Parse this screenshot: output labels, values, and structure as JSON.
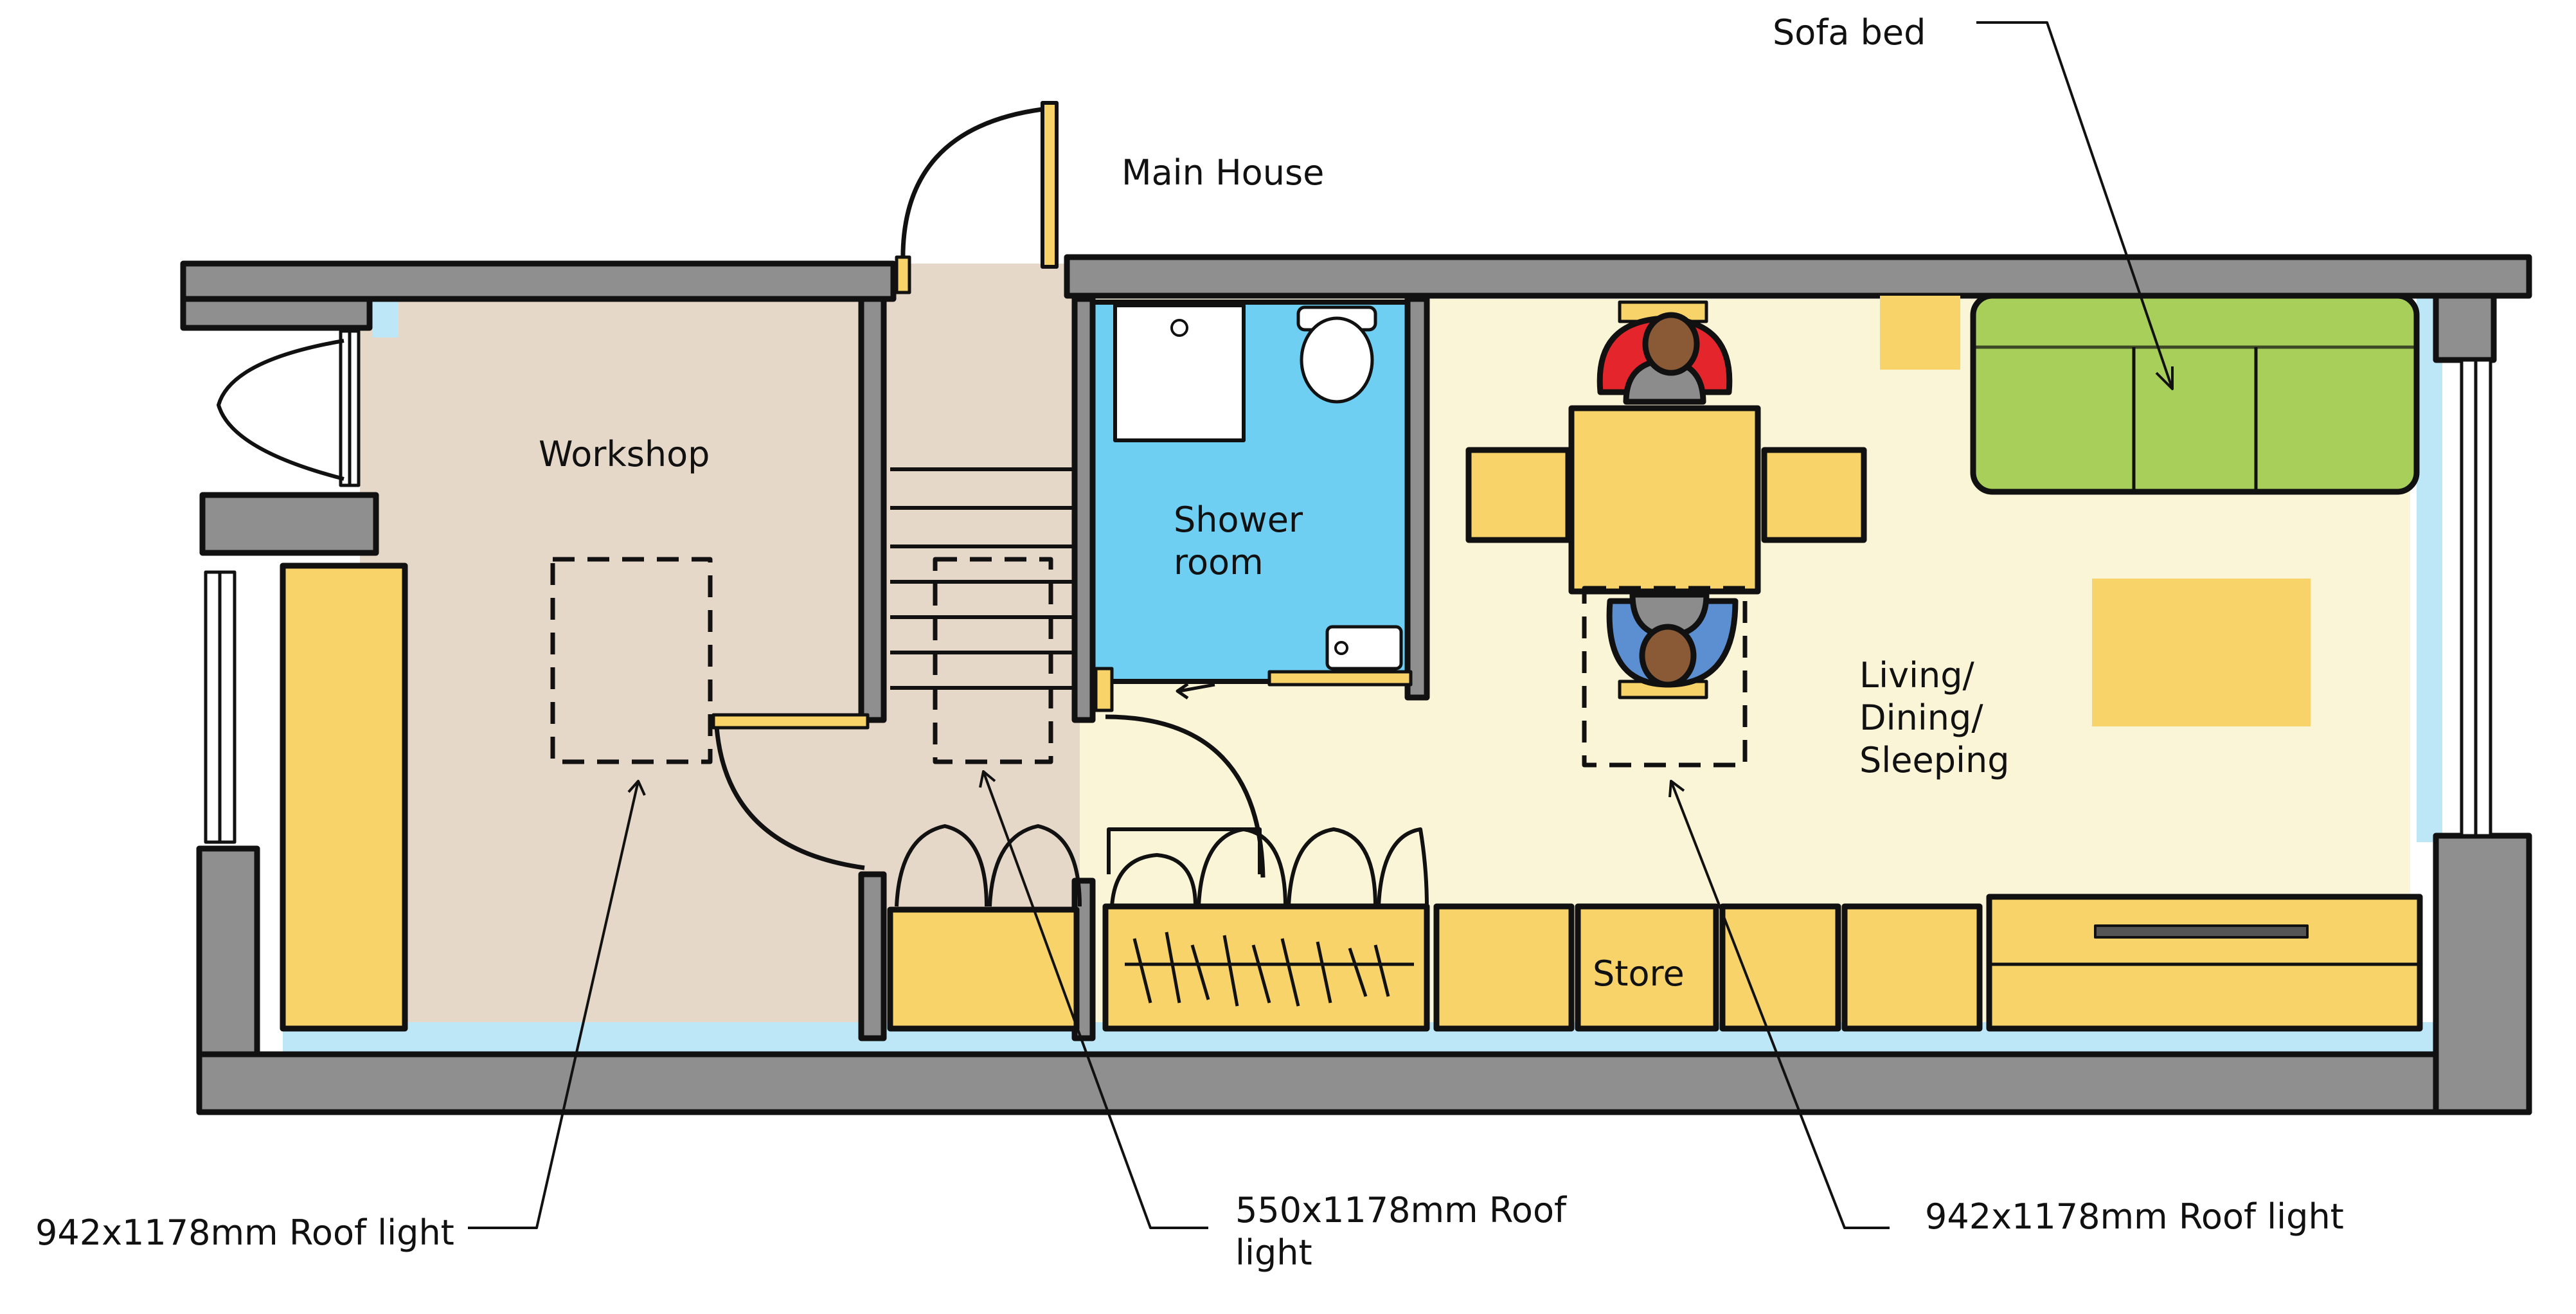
{
  "labels": {
    "main_house": "Main House",
    "sofa_bed": "Sofa bed",
    "workshop": "Workshop",
    "shower_room": "Shower room",
    "living": "Living/ Dining/ Sleeping",
    "store": "Store",
    "roof_light_left": "942x1178mm Roof light",
    "roof_light_mid": "550x1178mm Roof light",
    "roof_light_right": "942x1178mm Roof light"
  },
  "colors": {
    "wall": "#8f8f8f",
    "workshop_floor": "#e6d8c9",
    "living_floor": "#faf5d7",
    "shower_floor": "#6ecff3",
    "joinery_yellow": "#f7d36a",
    "sofa_green": "#a8cf5a",
    "glazing_blue": "#bde6f7",
    "person_red": "#e4262c",
    "person_blue": "#5b8fd1",
    "person_grey": "#8c8c8c",
    "skin": "#8a5a36"
  }
}
